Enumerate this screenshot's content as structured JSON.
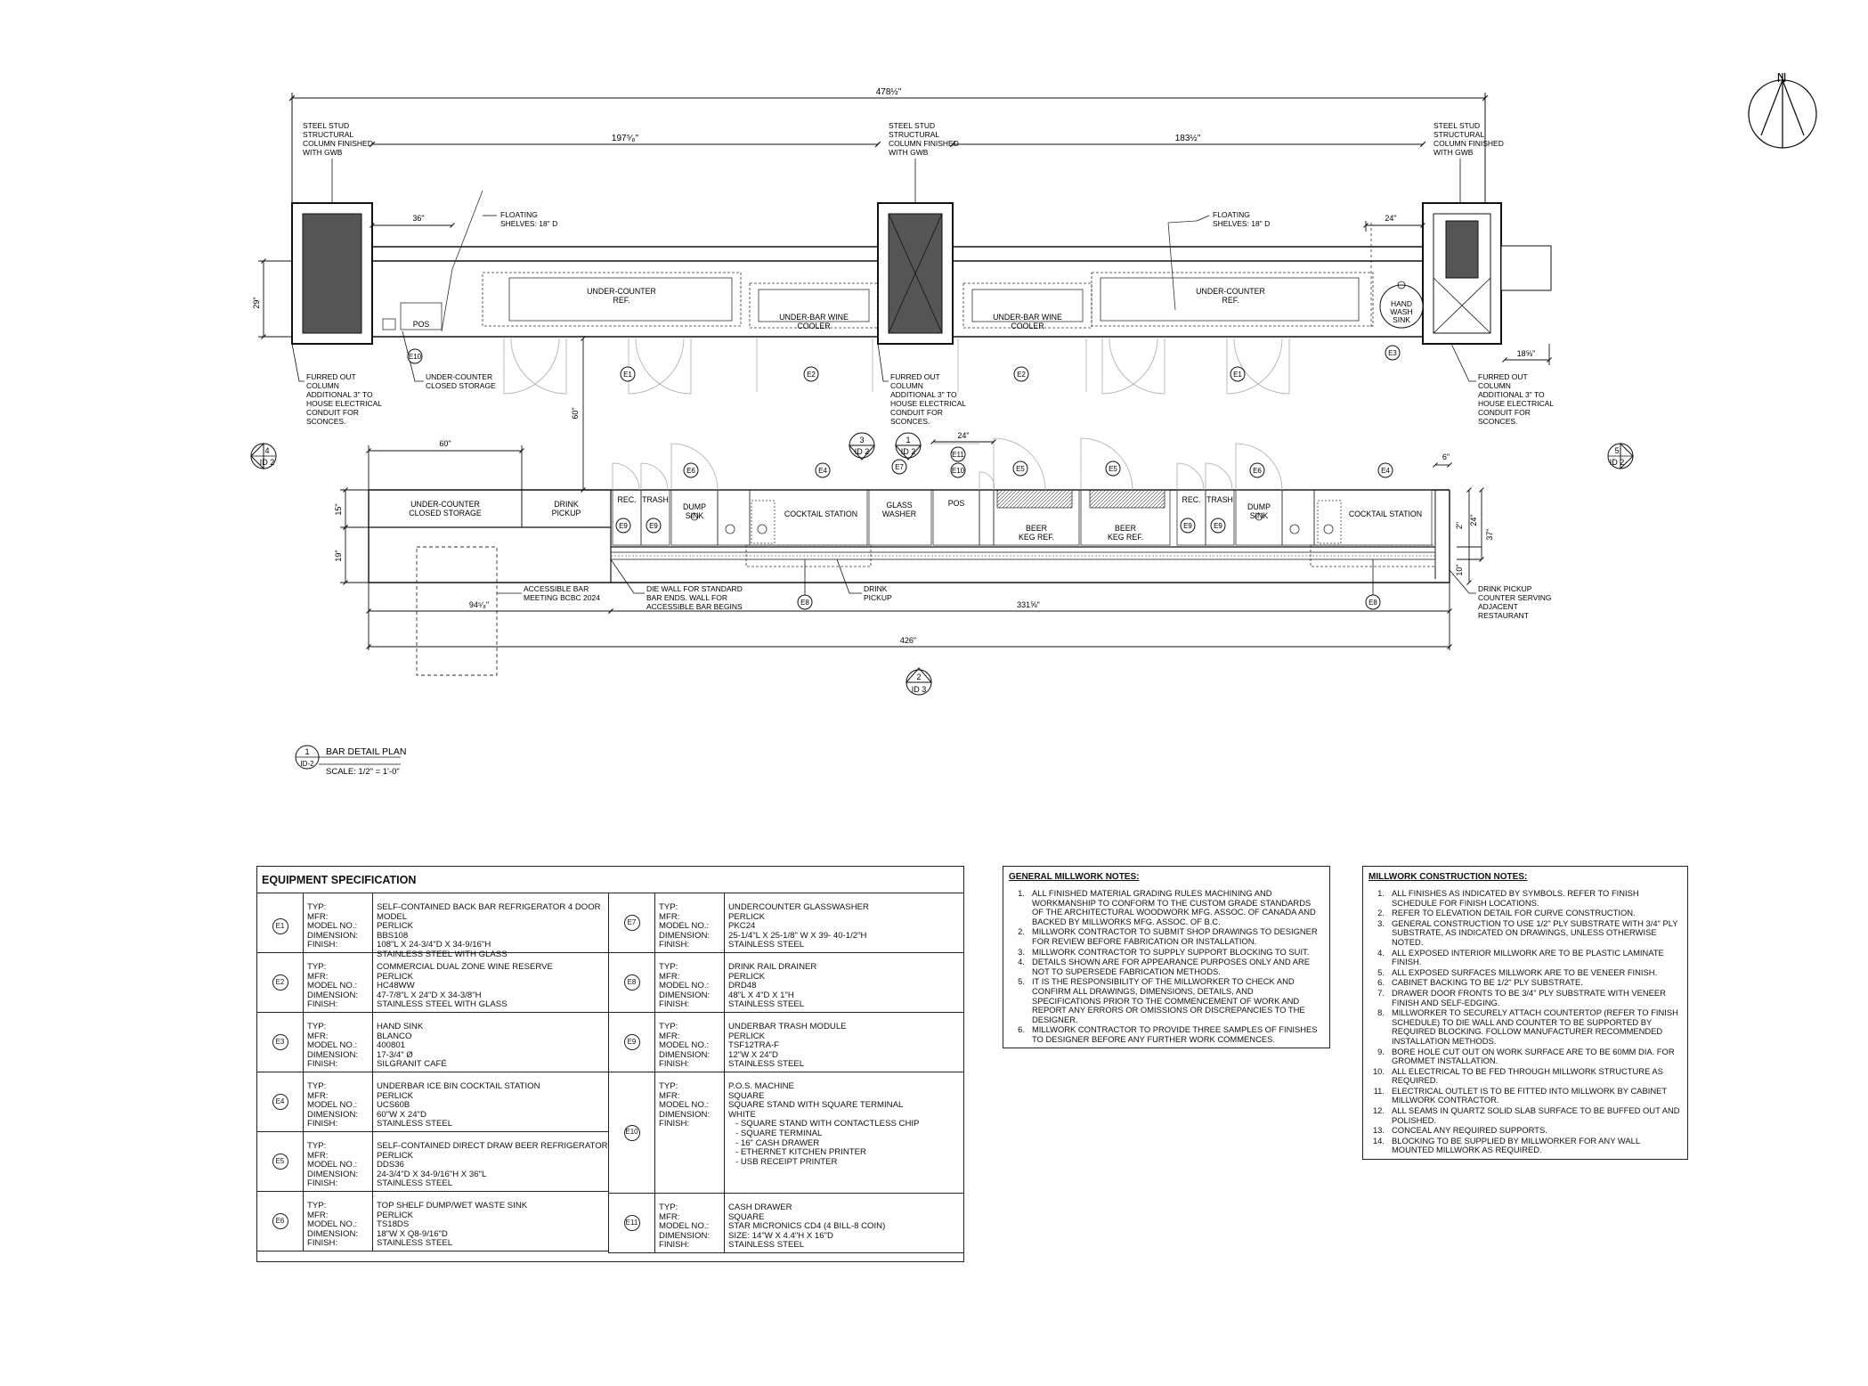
{
  "plan": {
    "overall_dim": "478½\"",
    "span_dims": [
      "197⁵⁄₈\"",
      "183½\""
    ],
    "column_note": [
      "STEEL STUD",
      "STRUCTURAL",
      "COLUMN FINISHED",
      "WITH GWB"
    ],
    "furred_note": [
      "FURRED OUT",
      "COLUMN",
      "ADDITIONAL 3\" TO",
      "HOUSE ELECTRICAL",
      "CONDUIT FOR",
      "SCONCES."
    ],
    "floating_note": [
      "FLOATING",
      "SHELVES: 18\" D"
    ],
    "dim_36": "36\"",
    "dim_24_back": "24\"",
    "dim_29": "29\"",
    "dim_18": "18⅝\"",
    "dim_60_v": "60\"",
    "dim_60": "60\"",
    "dim_24_front": "24\"",
    "dim_6": "6\"",
    "dim_15": "15\"",
    "dim_19": "19\"",
    "dim_2": "2\"",
    "dim_24_r": "24\"",
    "dim_37": "37\"",
    "dim_10": "10\"",
    "dim_94": "94⁵⁄₈\"",
    "dim_331": "331⅝\"",
    "dim_426": "426\"",
    "back_labels": {
      "ucr": [
        "UNDER-COUNTER",
        "REF."
      ],
      "wine": [
        "UNDER-BAR WINE",
        "COOLER"
      ],
      "pos": "POS",
      "hand_sink": [
        "HAND",
        "WASH",
        "SINK"
      ],
      "closed_storage": [
        "UNDER-COUNTER",
        "CLOSED STORAGE"
      ]
    },
    "front_labels": {
      "closed_storage": [
        "UNDER-COUNTER",
        "CLOSED STORAGE"
      ],
      "drink_pickup": [
        "DRINK",
        "PICKUP"
      ],
      "rec": "REC.",
      "trash": "TRASH",
      "dump_sink": [
        "DUMP",
        "SINK"
      ],
      "cocktail": "COCKTAIL STATION",
      "glass_washer": [
        "GLASS",
        "WASHER"
      ],
      "pos": "POS",
      "beer": [
        "BEER",
        "KEG REF."
      ]
    },
    "annotations": {
      "accessible": [
        "ACCESSIBLE BAR",
        "MEETING BCBC 2024"
      ],
      "die_wall": [
        "DIE WALL FOR STANDARD",
        "BAR ENDS. WALL FOR",
        "ACCESSIBLE BAR BEGINS"
      ],
      "drink_pickup": [
        "DRINK",
        "PICKUP"
      ],
      "drink_pickup_right": [
        "DRINK PICKUP",
        "COUNTER SERVING",
        "ADJACENT",
        "RESTAURANT"
      ]
    },
    "tags": {
      "e1": "E1",
      "e2": "E2",
      "e3": "E3",
      "e4": "E4",
      "e5": "E5",
      "e6": "E6",
      "e7": "E7",
      "e8": "E8",
      "e9": "E9",
      "e10": "E10",
      "e11": "E11"
    },
    "section_markers": [
      {
        "num": "4",
        "sheet": "ID 2"
      },
      {
        "num": "5",
        "sheet": "ID 2"
      },
      {
        "num": "3",
        "sheet": "ID 2"
      },
      {
        "num": "1",
        "sheet": "ID 2"
      },
      {
        "num": "2",
        "sheet": "ID 3"
      }
    ],
    "north_label": "N",
    "title_block": {
      "number": "1",
      "sheet": "ID-2",
      "title": "BAR DETAIL PLAN",
      "scale": "SCALE: 1/2\" = 1'-0\""
    }
  },
  "equipment": {
    "title": "EQUIPMENT SPECIFICATION",
    "field_labels": [
      "TYP:",
      "MFR:",
      "MODEL NO.:",
      "DIMENSION:",
      "FINISH:"
    ],
    "left": [
      {
        "tag": "E1",
        "values": [
          "SELF-CONTAINED BACK BAR REFRIGERATOR 4 DOOR MODEL",
          "PERLICK",
          "BBS108",
          "108\"L X 24-3/4\"D X 34-9/16\"H",
          "STAINLESS STEEL WITH GLASS"
        ],
        "sub": []
      },
      {
        "tag": "E2",
        "values": [
          "COMMERCIAL DUAL ZONE WINE RESERVE",
          "PERLICK",
          "HC48WW",
          "47-7/8\"L X 24\"D X 34-3/8\"H",
          "STAINLESS STEEL WITH GLASS"
        ],
        "sub": []
      },
      {
        "tag": "E3",
        "values": [
          "HAND SINK",
          "BLANCO",
          "400801",
          "17-3/4\" Ø",
          "SILGRANIT CAFÉ"
        ],
        "sub": []
      },
      {
        "tag": "E4",
        "values": [
          "UNDERBAR ICE BIN COCKTAIL STATION",
          "PERLICK",
          "UCS60B",
          "60\"W X 24\"D",
          "STAINLESS STEEL"
        ],
        "sub": []
      },
      {
        "tag": "E5",
        "values": [
          "SELF-CONTAINED DIRECT DRAW BEER REFRIGERATOR",
          "PERLICK",
          "DDS36",
          "24-3/4\"D X 34-9/16\"H X 36\"L",
          "STAINLESS STEEL"
        ],
        "sub": []
      },
      {
        "tag": "E6",
        "values": [
          "TOP SHELF DUMP/WET WASTE SINK",
          "PERLICK",
          "TS18DS",
          "18\"W X Q8-9/16\"D",
          "STAINLESS STEEL"
        ],
        "sub": []
      }
    ],
    "right": [
      {
        "tag": "E7",
        "values": [
          "UNDERCOUNTER GLASSWASHER",
          "PERLICK",
          "PKC24",
          "25-1/4\"L X 25-1/8\" W X 39-  40-1/2\"H",
          "STAINLESS STEEL"
        ],
        "sub": []
      },
      {
        "tag": "E8",
        "values": [
          "DRINK RAIL DRAINER",
          "PERLICK",
          "DRD48",
          "48\"L X 4\"D X 1\"H",
          "STAINLESS STEEL"
        ],
        "sub": []
      },
      {
        "tag": "E9",
        "values": [
          "UNDERBAR TRASH MODULE",
          "PERLICK",
          "TSF12TRA-F",
          "12\"W X 24\"D",
          "STAINLESS STEEL"
        ],
        "sub": []
      },
      {
        "tag": "E10",
        "values": [
          "P.O.S. MACHINE",
          "SQUARE",
          "SQUARE STAND WITH SQUARE TERMINAL",
          "WHITE",
          ""
        ],
        "sub": [
          "-    SQUARE STAND WITH CONTACTLESS CHIP",
          "-    SQUARE TERMINAL",
          "-    16\" CASH DRAWER",
          "-    ETHERNET KITCHEN PRINTER",
          "-    USB RECEIPT PRINTER"
        ]
      },
      {
        "tag": "E11",
        "values": [
          "CASH DRAWER",
          "SQUARE",
          "STAR MICRONICS CD4 (4 BILL-8 COIN)",
          "SIZE: 14\"W X 4.4\"H X 16\"D",
          "STAINLESS STEEL"
        ],
        "sub": []
      }
    ]
  },
  "general_notes": {
    "title": "GENERAL MILLWORK NOTES:",
    "items": [
      {
        "n": "1.",
        "text": "ALL FINISHED MATERIAL GRADING RULES MACHINING AND WORKMANSHIP TO CONFORM TO THE CUSTOM GRADE STANDARDS OF THE ARCHITECTURAL WOODWORK MFG. ASSOC. OF CANADA AND BACKED BY MILLWORKS MFG. ASSOC. OF B.C."
      },
      {
        "n": "2.",
        "text": "MILLWORK CONTRACTOR TO SUBMIT SHOP DRAWINGS TO DESIGNER FOR REVIEW BEFORE FABRICATION OR INSTALLATION."
      },
      {
        "n": "3.",
        "text": "MILLWORK CONTRACTOR TO SUPPLY SUPPORT BLOCKING TO SUIT."
      },
      {
        "n": "4.",
        "text": "DETAILS SHOWN ARE FOR APPEARANCE PURPOSES ONLY AND ARE NOT TO SUPERSEDE FABRICATION METHODS."
      },
      {
        "n": "5.",
        "text": "IT IS THE RESPONSIBILITY OF THE MILLWORKER TO CHECK AND CONFIRM ALL DRAWINGS, DIMENSIONS, DETAILS, AND SPECIFICATIONS PRIOR TO THE COMMENCEMENT OF WORK AND REPORT ANY ERRORS OR OMISSIONS OR DISCREPANCIES TO THE DESIGNER."
      },
      {
        "n": "6.",
        "text": "MILLWORK CONTRACTOR TO PROVIDE THREE SAMPLES OF FINISHES TO DESIGNER BEFORE ANY FURTHER WORK COMMENCES."
      }
    ]
  },
  "construction_notes": {
    "title": "MILLWORK CONSTRUCTION NOTES:",
    "items": [
      {
        "n": "1.",
        "text": "ALL FINISHES AS INDICATED BY SYMBOLS. REFER TO FINISH SCHEDULE FOR FINISH LOCATIONS."
      },
      {
        "n": "2.",
        "text": "REFER TO ELEVATION DETAIL FOR CURVE CONSTRUCTION."
      },
      {
        "n": "3.",
        "text": "GENERAL CONSTRUCTION TO USE 1/2\" PLY SUBSTRATE WITH 3/4\" PLY SUBSTRATE, AS INDICATED ON DRAWINGS, UNLESS OTHERWISE NOTED."
      },
      {
        "n": "4.",
        "text": "ALL EXPOSED INTERIOR MILLWORK ARE TO BE PLASTIC LAMINATE FINISH."
      },
      {
        "n": "5.",
        "text": "ALL EXPOSED SURFACES MILLWORK ARE TO BE VENEER FINISH."
      },
      {
        "n": "6.",
        "text": "CABINET BACKING TO BE 1/2\" PLY SUBSTRATE."
      },
      {
        "n": "7.",
        "text": "DRAWER DOOR FRONTS TO BE 3/4\" PLY SUBSTRATE WITH VENEER FINISH AND SELF-EDGING."
      },
      {
        "n": "8.",
        "text": "MILLWORKER TO SECURELY ATTACH COUNTERTOP (REFER TO FINISH SCHEDULE) TO DIE WALL AND COUNTER TO BE SUPPORTED BY REQUIRED BLOCKING. FOLLOW MANUFACTURER RECOMMENDED INSTALLATION METHODS."
      },
      {
        "n": "9.",
        "text": "BORE HOLE CUT OUT ON WORK SURFACE ARE TO BE 60MM DIA. FOR GROMMET INSTALLATION."
      },
      {
        "n": "10.",
        "text": "ALL ELECTRICAL TO BE FED THROUGH MILLWORK STRUCTURE AS REQUIRED."
      },
      {
        "n": "11.",
        "text": "ELECTRICAL OUTLET IS TO BE FITTED INTO MILLWORK BY CABINET MILLWORK CONTRACTOR."
      },
      {
        "n": "12.",
        "text": "ALL SEAMS IN QUARTZ SOLID SLAB SURFACE TO BE BUFFED OUT AND POLISHED."
      },
      {
        "n": "13.",
        "text": "CONCEAL ANY REQUIRED SUPPORTS."
      },
      {
        "n": "14.",
        "text": "BLOCKING TO BE SUPPLIED BY MILLWORKER FOR ANY WALL MOUNTED MILLWORK AS REQUIRED."
      }
    ]
  }
}
